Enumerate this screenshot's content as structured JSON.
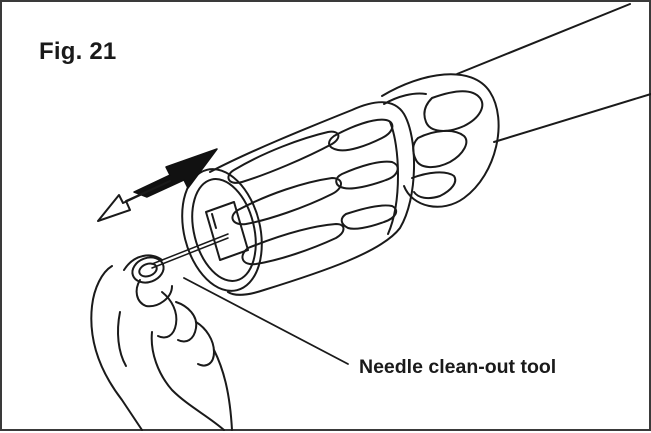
{
  "figure": {
    "label": "Fig. 21",
    "callout_text": "Needle clean-out tool"
  },
  "icons": {
    "push_arrow": "arrow-up-right-black",
    "pull_arrow": "arrow-down-left-white"
  },
  "colors": {
    "ink": "#1a1a1a",
    "background": "#ffffff",
    "arrow_fill": "#111111"
  }
}
